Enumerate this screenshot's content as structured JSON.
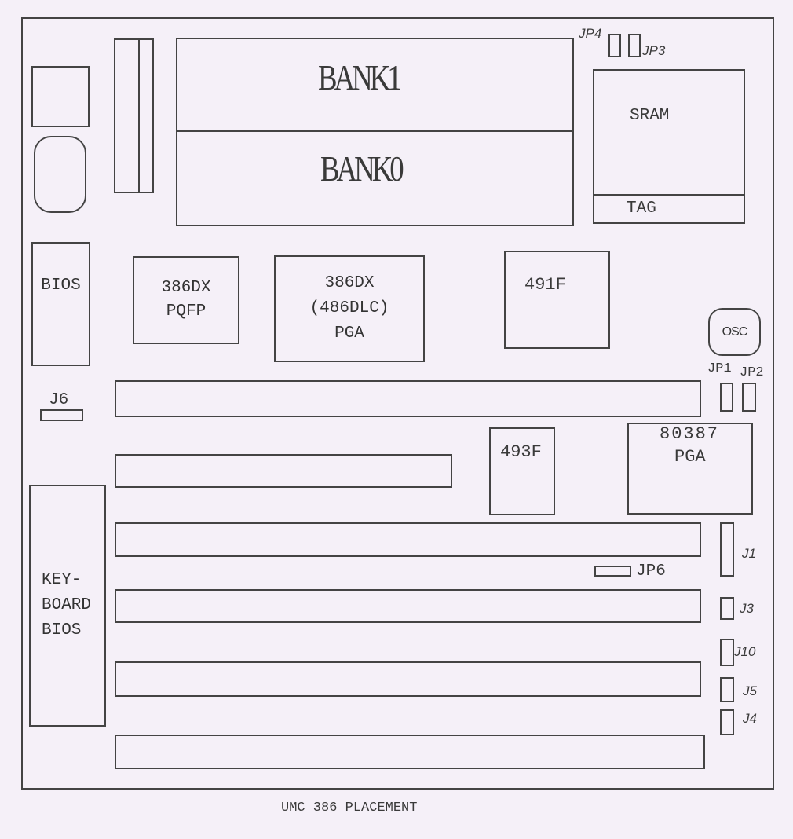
{
  "title": "UMC 386 PLACEMENT",
  "components": {
    "bank1": "BANK1",
    "bank0": "BANK0",
    "sram": "SRAM",
    "tag": "TAG",
    "bios": "BIOS",
    "cpu_pqfp": [
      "386DX",
      "PQFP"
    ],
    "cpu_pga": [
      "386DX",
      "(486DLC)",
      "PGA"
    ],
    "chip_491f": "491F",
    "osc": "OSC",
    "chip_493f": "493F",
    "fpu": [
      "80387",
      "PGA"
    ],
    "keyboard_bios": [
      "KEY-",
      "BOARD",
      "BIOS"
    ]
  },
  "jumpers": {
    "jp1": "JP1",
    "jp2": "JP2",
    "jp3": "JP3",
    "jp4": "JP4",
    "jp6": "JP6",
    "j1": "J1",
    "j3": "J3",
    "j4": "J4",
    "j5": "J5",
    "j6": "J6",
    "j10": "J10"
  }
}
